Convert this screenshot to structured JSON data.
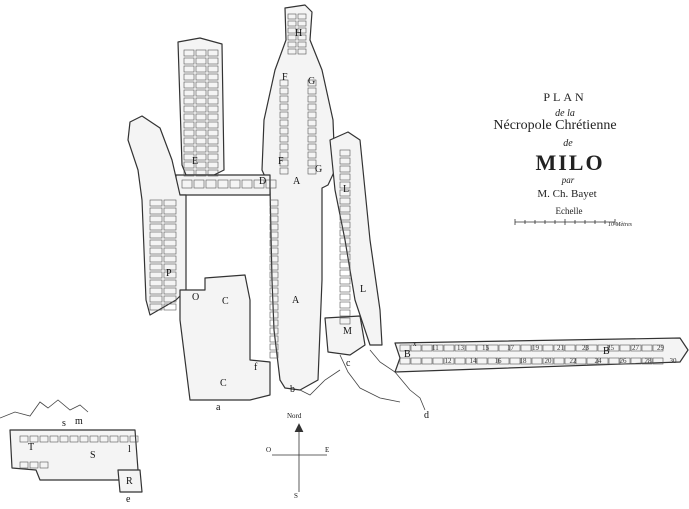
{
  "title": {
    "plan": "PLAN",
    "de_la": "de la",
    "name": "Nécropole Chrétienne",
    "de": "de",
    "place": "MILO",
    "par": "par",
    "author": "M. Ch. Bayet",
    "echelle": "Echelle",
    "scale_unit": "10 Mètres"
  },
  "compass": {
    "north": "Nord",
    "south": "S",
    "east": "E",
    "west": "O"
  },
  "zone_labels": [
    {
      "id": "H",
      "text": "H"
    },
    {
      "id": "F1",
      "text": "F"
    },
    {
      "id": "G1",
      "text": "G"
    },
    {
      "id": "E",
      "text": "E"
    },
    {
      "id": "F2",
      "text": "F"
    },
    {
      "id": "G2",
      "text": "G"
    },
    {
      "id": "D",
      "text": "D"
    },
    {
      "id": "A1",
      "text": "A"
    },
    {
      "id": "A2",
      "text": "A"
    },
    {
      "id": "L1",
      "text": "L"
    },
    {
      "id": "L2",
      "text": "L"
    },
    {
      "id": "P",
      "text": "P"
    },
    {
      "id": "O",
      "text": "O"
    },
    {
      "id": "C1",
      "text": "C"
    },
    {
      "id": "C2",
      "text": "C"
    },
    {
      "id": "f",
      "text": "f"
    },
    {
      "id": "M",
      "text": "M"
    },
    {
      "id": "B1",
      "text": "B"
    },
    {
      "id": "B2",
      "text": "B"
    },
    {
      "id": "a",
      "text": "a"
    },
    {
      "id": "b",
      "text": "b"
    },
    {
      "id": "c",
      "text": "c"
    },
    {
      "id": "d",
      "text": "d"
    },
    {
      "id": "S",
      "text": "S"
    },
    {
      "id": "T",
      "text": "T"
    },
    {
      "id": "R",
      "text": "R"
    },
    {
      "id": "e",
      "text": "e"
    },
    {
      "id": "l",
      "text": "l"
    },
    {
      "id": "m",
      "text": "m"
    },
    {
      "id": "s",
      "text": "s"
    },
    {
      "id": "x",
      "text": "x"
    }
  ],
  "gallery_B_numbers": [
    "11",
    "12",
    "13",
    "14",
    "15",
    "16",
    "17",
    "18",
    "19",
    "20",
    "21",
    "22",
    "23",
    "24",
    "25",
    "26",
    "27",
    "28",
    "29",
    "30"
  ]
}
